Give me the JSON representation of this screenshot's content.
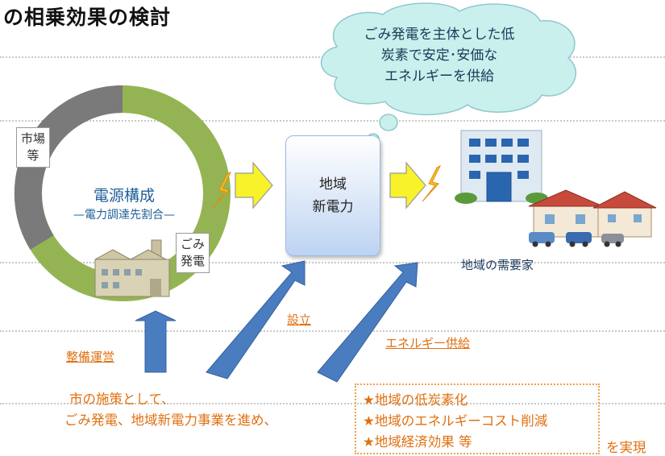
{
  "title": "の相乗効果の検討",
  "cloud": {
    "lines": [
      "ごみ発電を主体とした低",
      "炭素で安定･安価な",
      "エネルギーを供給"
    ]
  },
  "ring": {
    "market_label": [
      "市場",
      "等"
    ],
    "waste_label": [
      "ごみ",
      "発電"
    ],
    "center_title": "電源構成",
    "center_subtitle": "—電力調達先割合—",
    "colors": {
      "green": "#94b453",
      "gray": "#7a7a7a"
    }
  },
  "power_company": {
    "lines": [
      "地域",
      "新電力"
    ]
  },
  "demand_label": "地域の需要家",
  "arrow_labels": {
    "establish": "設立",
    "operate": "整備運営",
    "supply": "エネルギー供給"
  },
  "city_policy": {
    "lines": [
      "市の施策として、",
      "ごみ発電、地域新電力事業を進め、"
    ]
  },
  "effects": {
    "items": [
      "★地域の低炭素化",
      "★地域のエネルギーコスト削減",
      "★地域経済効果 等"
    ]
  },
  "realize": "を実現",
  "accent_colors": {
    "orange": "#e07010",
    "blue_arrow": "#4a7cc0",
    "yellow_arrow": "#f7f22a"
  }
}
